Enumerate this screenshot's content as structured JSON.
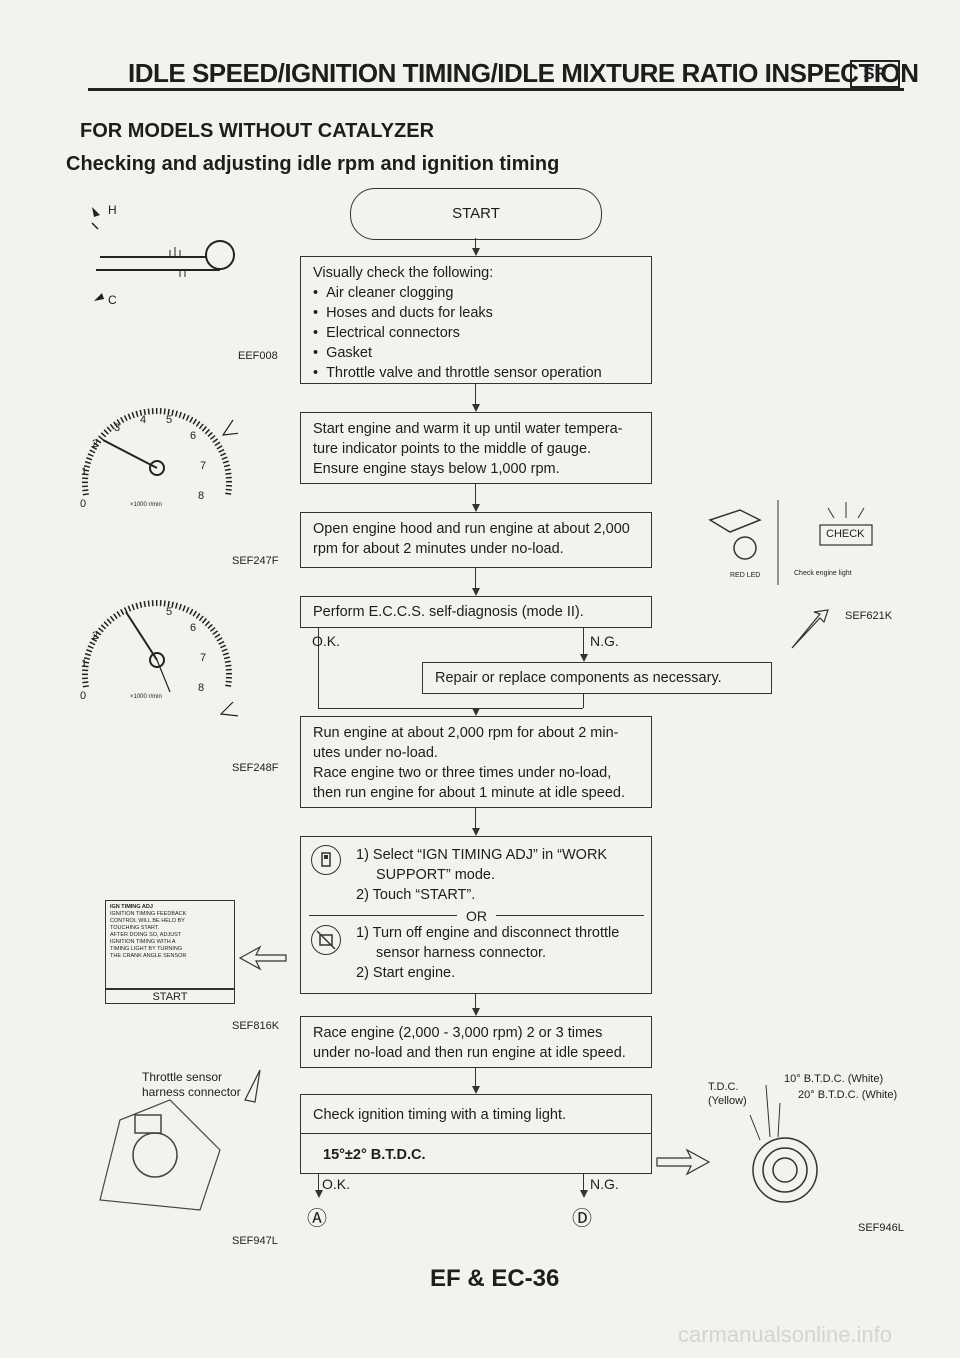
{
  "header": {
    "title": "IDLE SPEED/IGNITION TIMING/IDLE MIXTURE RATIO INSPECTION",
    "badge": "SR"
  },
  "section_title": "FOR MODELS WITHOUT CATALYZER",
  "subsection_title": "Checking and adjusting idle rpm and ignition timing",
  "flow": {
    "start": "START",
    "visual_check_title": "Visually check the following:",
    "visual_check_items": [
      "Air cleaner clogging",
      "Hoses and ducts for leaks",
      "Electrical connectors",
      "Gasket",
      "Throttle valve and throttle sensor operation"
    ],
    "warm_up": [
      "Start engine and warm it up until water tempera-",
      "ture indicator points to the middle of gauge.",
      "Ensure engine stays below 1,000 rpm."
    ],
    "open_hood": [
      "Open engine hood and run engine at about 2,000",
      "rpm for about 2 minutes under no-load."
    ],
    "self_diag": "Perform E.C.C.S. self-diagnosis (mode II).",
    "ok": "O.K.",
    "ng": "N.G.",
    "repair": "Repair or replace components as necessary.",
    "run_engine": [
      "Run engine at about 2,000 rpm for about 2 min-",
      "utes under no-load.",
      "Race engine two or three times under no-load,",
      "then run engine for about 1 minute at idle speed."
    ],
    "consult_steps": [
      "1) Select “IGN TIMING ADJ” in “WORK",
      "SUPPORT” mode.",
      "2) Touch “START”."
    ],
    "or": "OR",
    "manual_steps": [
      "1) Turn off engine and disconnect throttle",
      "sensor harness connector.",
      "2) Start engine."
    ],
    "race_engine": [
      "Race engine (2,000 - 3,000 rpm) 2 or 3 times",
      "under no-load and then run engine at idle speed."
    ],
    "check_timing": "Check ignition timing with a timing light.",
    "timing_spec": "15°±2° B.T.D.C.",
    "ok2": "O.K.",
    "ng2": "N.G.",
    "goto_ok": "Ⓐ",
    "goto_ng": "Ⓓ"
  },
  "figures": {
    "eef008": "EEF008",
    "h_label": "H",
    "c_label": "C",
    "sef247f": "SEF247F",
    "sef248f": "SEF248F",
    "tach_unit": "×1000 r/min",
    "tach1_ticks": [
      "0",
      "1",
      "2",
      "3",
      "4",
      "5",
      "6",
      "7",
      "8"
    ],
    "tach2_ticks": [
      "0",
      "1",
      "2",
      "5",
      "6",
      "7",
      "8"
    ],
    "sef621k": "SEF621K",
    "red_led": "RED LED",
    "check": "CHECK",
    "check_engine_light": "Check engine light",
    "consult_screen": [
      "IGN TIMING ADJ",
      "IGNITION TIMING FEEDBACK",
      "CONTROL WILL BE HELD BY",
      "TOUCHING START.",
      "AFTER DOING SO, ADJUST",
      "IGNITION TIMING WITH A",
      "TIMING LIGHT BY TURNING",
      "THE CRANK ANGLE SENSOR"
    ],
    "consult_start": "START",
    "sef816k": "SEF816K",
    "throttle_sensor": [
      "Throttle sensor",
      "harness connector"
    ],
    "sef947l": "SEF947L",
    "tdc": [
      "T.D.C.",
      "(Yellow)"
    ],
    "btdc10": "10° B.T.D.C. (White)",
    "btdc20": "20° B.T.D.C. (White)",
    "sef946l": "SEF946L"
  },
  "footer": {
    "page": "EF & EC-36"
  },
  "watermark": "carmanualsonline.info"
}
